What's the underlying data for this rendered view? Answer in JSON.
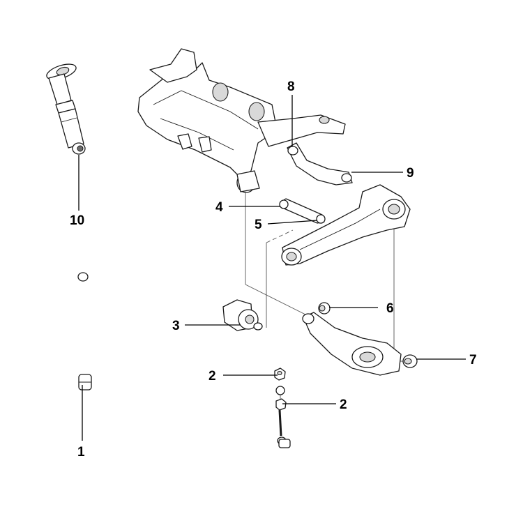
{
  "diagram": {
    "callouts": [
      {
        "id": "c1",
        "label": "1"
      },
      {
        "id": "c2a",
        "label": "2"
      },
      {
        "id": "c2b",
        "label": "2"
      },
      {
        "id": "c3",
        "label": "3"
      },
      {
        "id": "c4",
        "label": "4"
      },
      {
        "id": "c5",
        "label": "5"
      },
      {
        "id": "c6",
        "label": "6"
      },
      {
        "id": "c7",
        "label": "7"
      },
      {
        "id": "c8",
        "label": "8"
      },
      {
        "id": "c9",
        "label": "9"
      },
      {
        "id": "c10",
        "label": "10"
      }
    ],
    "colors": {
      "line": "#1a1a1a",
      "shade": "#d9d9d9",
      "background": "#ffffff"
    }
  }
}
